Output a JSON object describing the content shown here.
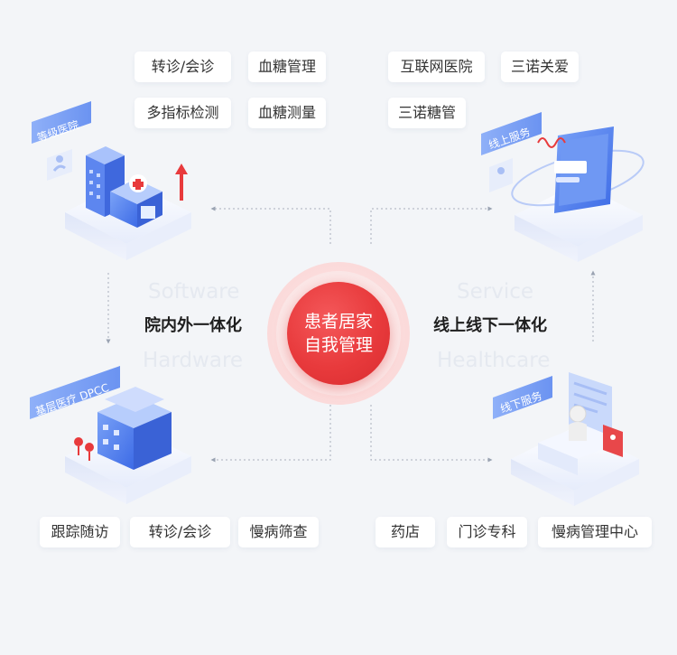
{
  "center": {
    "line1": "患者居家",
    "line2": "自我管理"
  },
  "labels": {
    "left": "院内外一体化",
    "right": "线上线下一体化"
  },
  "ghost": {
    "left_top": "Software",
    "left_bottom": "Hardware",
    "right_top": "Service",
    "right_bottom": "Healthcare"
  },
  "tags": {
    "top_left": [
      "转诊/会诊",
      "血糖管理",
      "多指标检测",
      "血糖测量"
    ],
    "top_right": [
      "互联网医院",
      "三诺关爱",
      "三诺糖管"
    ],
    "bottom_left": [
      "跟踪随访",
      "转诊/会诊",
      "慢病筛查"
    ],
    "bottom_right": [
      "药店",
      "门诊专科",
      "慢病管理中心"
    ]
  },
  "badges": {
    "hospital": "等级医院",
    "online": "线上服务",
    "community": "基层医疗 DPCC",
    "offline": "线下服务"
  },
  "colors": {
    "accent_red": "#e83a3c",
    "accent_blue": "#4a7cf0",
    "badge_blue": "#7fa4f5"
  },
  "icons": {
    "hospital": "hospital-building-icon",
    "online": "smartphone-icon",
    "community": "clinic-building-icon",
    "offline": "reception-desk-icon"
  }
}
